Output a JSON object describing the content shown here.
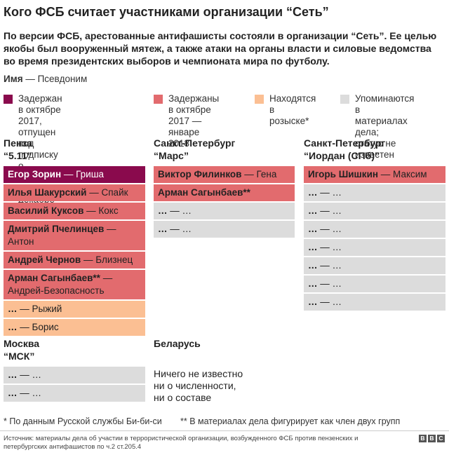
{
  "title": "Кого ФСБ считает участниками организации “Сеть”",
  "subtitle": "По версии ФСБ, арестованные антифашисты состояли в организации “Сеть”. Ее целью якобы был вооруженный мятеж, а также атаки на органы власти и силовые ведомства во время президентских выборов и чемпионата мира по футболу.",
  "name_key": {
    "name": "Имя",
    "pseudonym": "Псевдоним",
    "separator": " — "
  },
  "legend": [
    {
      "label": "Задержан в октябре 2017,\nотпущен под подписку\nо невыезде в декабре 2017",
      "color": "#8a0a4d"
    },
    {
      "label": "Задержаны\nв октябре 2017 —\nянваре 2018",
      "color": "#e26b6e"
    },
    {
      "label": "Находятся\nв розыске*",
      "color": "#fbbf93"
    },
    {
      "label": "Упоминаются\nв материалах дела;\nстатус не известен",
      "color": "#dcdcdc"
    }
  ],
  "groups": {
    "penza": {
      "title": "Пенза\n“5.11”",
      "members": [
        {
          "name": "Егор Зорин",
          "alias": "Гриша",
          "status": "released"
        },
        {
          "name": "Илья Шакурский",
          "alias": "Спайк",
          "status": "detained"
        },
        {
          "name": "Василий Куксов",
          "alias": "Кокс",
          "status": "detained"
        },
        {
          "name": "Дмитрий Пчелинцев",
          "alias": "Антон",
          "status": "detained",
          "wrap": true
        },
        {
          "name": "Андрей Чернов",
          "alias": "Близнец",
          "status": "detained"
        },
        {
          "name": "Арман  Сагынбаев**",
          "alias": "Андрей-Безопасность",
          "status": "detained",
          "wrap": true
        },
        {
          "name": "…",
          "alias": "Рыжий",
          "status": "wanted"
        },
        {
          "name": "…",
          "alias": "Борис",
          "status": "wanted"
        }
      ]
    },
    "spb_mars": {
      "title": "Санкт-Петербург\n“Марс”",
      "members": [
        {
          "name": "Виктор Филинков",
          "alias": "Гена",
          "status": "detained"
        },
        {
          "name": "Арман Сагынбаев**",
          "alias": "",
          "status": "detained"
        },
        {
          "name": "…",
          "alias": "…",
          "status": "unknown"
        },
        {
          "name": "…",
          "alias": "…",
          "status": "unknown"
        }
      ]
    },
    "spb_jordan": {
      "title": "Санкт-Петербург\n“Иордан (СПб)”",
      "members": [
        {
          "name": "Игорь Шишкин",
          "alias": "Максим",
          "status": "detained"
        },
        {
          "name": "…",
          "alias": "…",
          "status": "unknown"
        },
        {
          "name": "…",
          "alias": "…",
          "status": "unknown"
        },
        {
          "name": "…",
          "alias": "…",
          "status": "unknown"
        },
        {
          "name": "…",
          "alias": "…",
          "status": "unknown"
        },
        {
          "name": "…",
          "alias": "…",
          "status": "unknown"
        },
        {
          "name": "…",
          "alias": "…",
          "status": "unknown"
        },
        {
          "name": "…",
          "alias": "…",
          "status": "unknown"
        }
      ]
    },
    "moscow": {
      "title": "Москва\n“МСК”",
      "members": [
        {
          "name": "…",
          "alias": "…",
          "status": "unknown"
        },
        {
          "name": "…",
          "alias": "…",
          "status": "unknown"
        }
      ]
    },
    "belarus": {
      "title": "Беларусь",
      "note": "Ничего не известно\nни о численности,\nни о составе"
    }
  },
  "footnotes": {
    "one": "* По данным Русской службы Би-би-си",
    "two": "** В материалах дела фигурирует как член двух групп"
  },
  "source": "Источник: материалы дела об участии в террористической организации, возбужденного ФСБ против пензенских и петербургских антифашистов по ч.2 ст.205.4",
  "logo": [
    "B",
    "B",
    "C"
  ]
}
